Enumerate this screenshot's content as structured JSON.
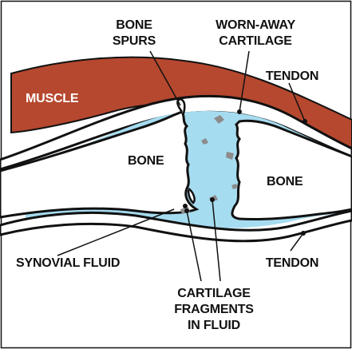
{
  "diagram": {
    "labels": {
      "bone_spurs_1": "BONE",
      "bone_spurs_2": "SPURS",
      "worn_away_1": "WORN-AWAY",
      "worn_away_2": "CARTILAGE",
      "tendon_top": "TENDON",
      "muscle": "MUSCLE",
      "bone_left": "BONE",
      "bone_right": "BONE",
      "synovial_fluid": "SYNOVIAL FLUID",
      "tendon_bottom": "TENDON",
      "fragments_1": "CARTILAGE",
      "fragments_2": "FRAGMENTS",
      "fragments_3": "IN FLUID"
    },
    "colors": {
      "muscle": "#b6482f",
      "synovial_fluid": "#a6dcf0",
      "fragment": "#8c8c8c",
      "outline": "#111111",
      "background": "#ffffff"
    }
  }
}
